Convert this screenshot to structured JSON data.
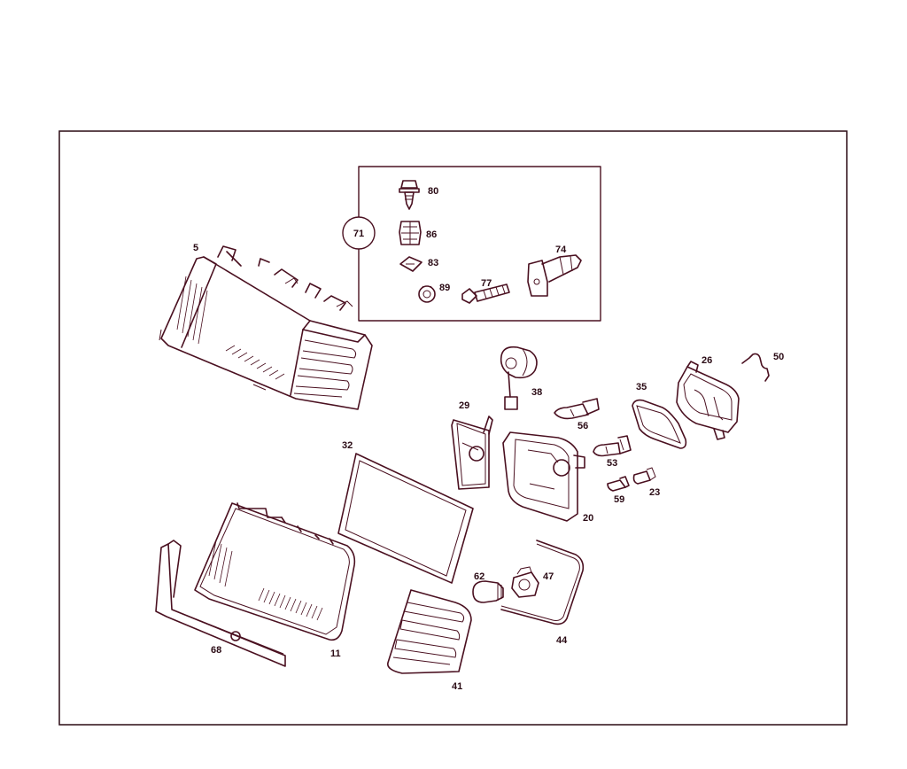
{
  "diagram": {
    "group_label": "71",
    "parts": {
      "p5": "5",
      "p80": "80",
      "p86": "86",
      "p83": "83",
      "p89": "89",
      "p77": "77",
      "p74": "74",
      "p38": "38",
      "p29": "29",
      "p56": "56",
      "p35": "35",
      "p26": "26",
      "p50": "50",
      "p32": "32",
      "p53": "53",
      "p20": "20",
      "p59": "59",
      "p23": "23",
      "p62": "62",
      "p47": "47",
      "p44": "44",
      "p68": "68",
      "p11": "11",
      "p41": "41"
    }
  }
}
